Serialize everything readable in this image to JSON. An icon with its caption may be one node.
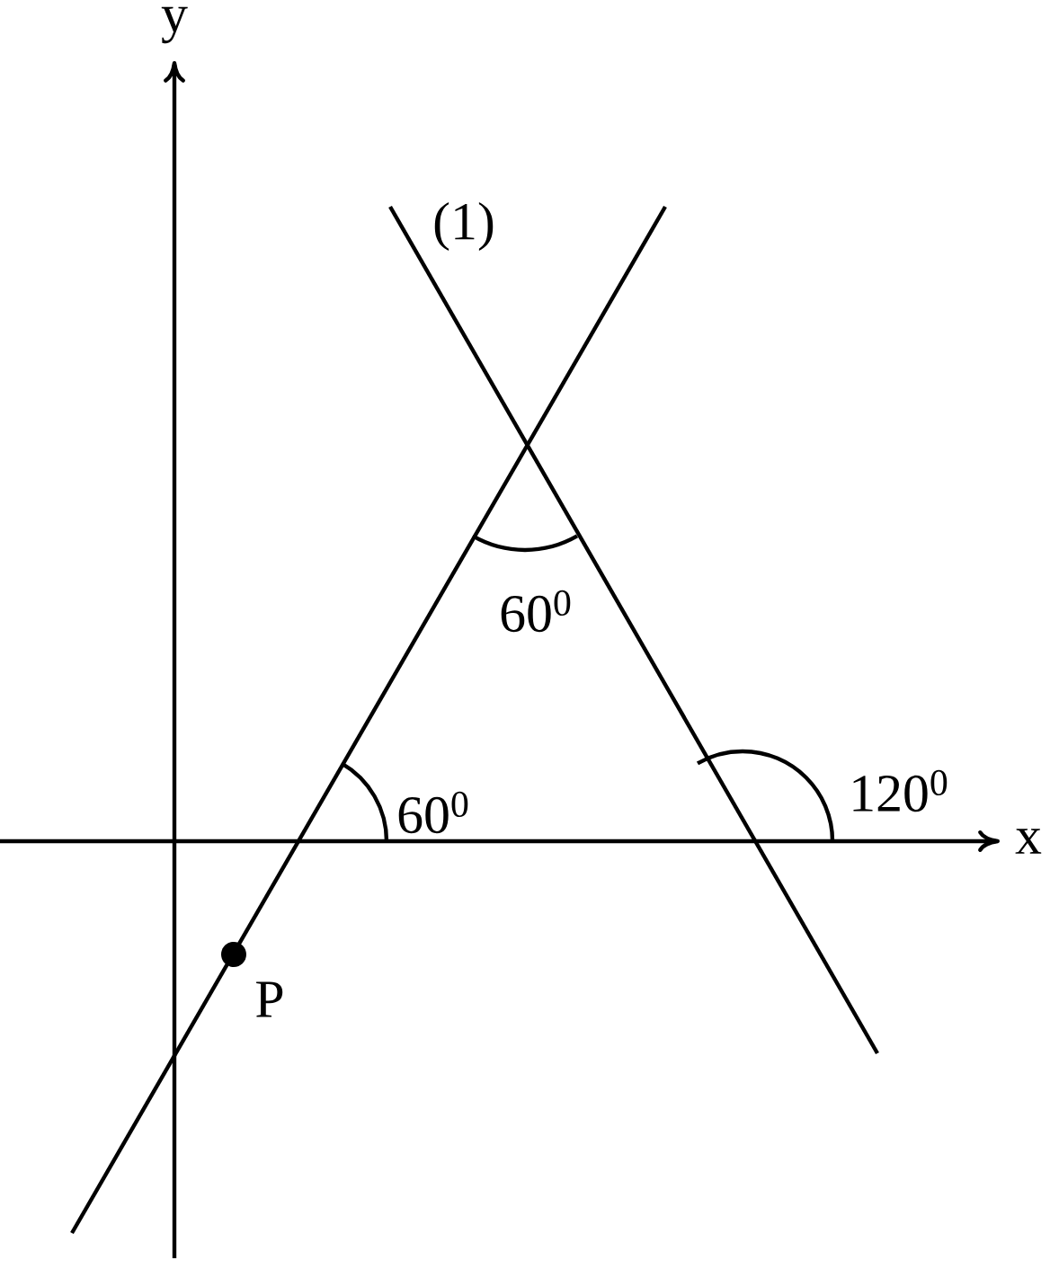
{
  "diagram": {
    "labels": [
      "y",
      "(1)",
      "60$^{0}$",
      "60$^{0}$",
      "120$^{0}$",
      "x",
      "P"
    ]
  }
}
